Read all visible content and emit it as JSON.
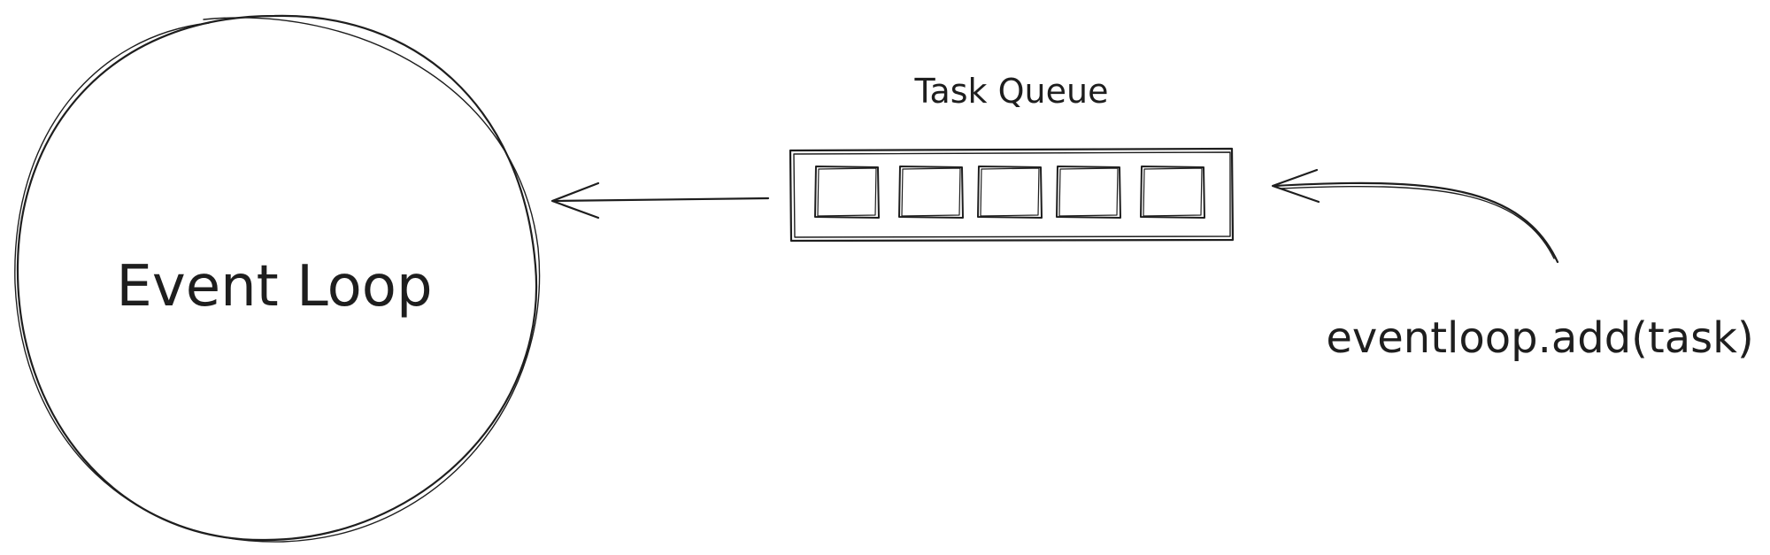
{
  "diagram": {
    "event_loop_label": "Event Loop",
    "task_queue_title": "Task Queue",
    "add_call_label": "eventloop.add(task)",
    "queue_slots": [
      {
        "id": 1
      },
      {
        "id": 2
      },
      {
        "id": 3
      },
      {
        "id": 4
      },
      {
        "id": 5
      }
    ],
    "stroke_color": "#1e1e1e",
    "background_color": "#ffffff"
  }
}
